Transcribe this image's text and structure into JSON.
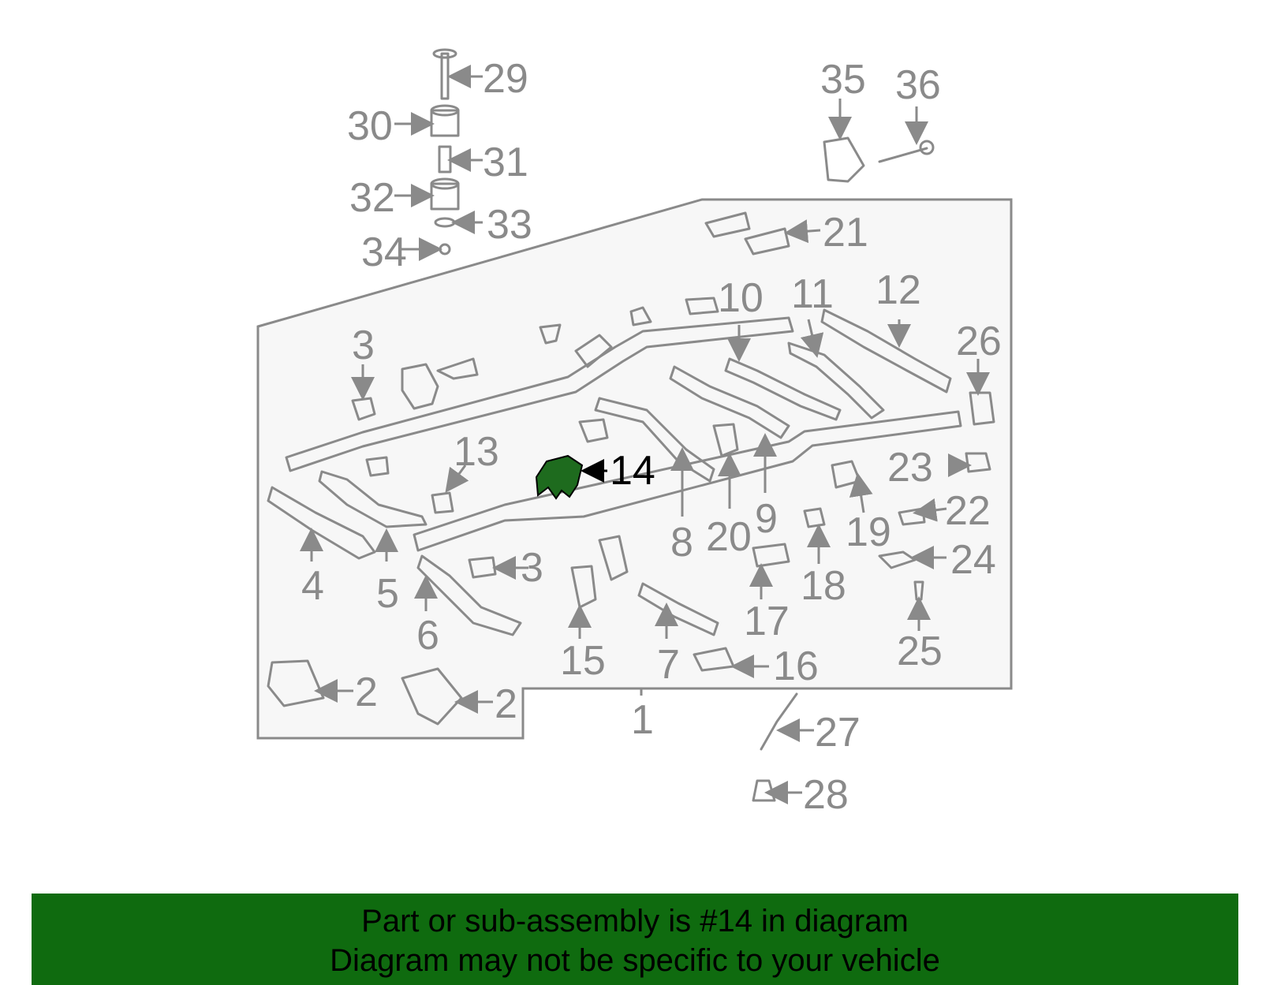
{
  "diagram": {
    "highlight_color": "#1e6b1e",
    "line_color": "#8a8a8a",
    "highlight_label": "14",
    "labels": [
      "1",
      "2",
      "2",
      "3",
      "3",
      "4",
      "5",
      "6",
      "7",
      "8",
      "9",
      "10",
      "11",
      "12",
      "13",
      "15",
      "16",
      "17",
      "18",
      "19",
      "20",
      "21",
      "22",
      "23",
      "24",
      "25",
      "26",
      "27",
      "28",
      "29",
      "30",
      "31",
      "32",
      "33",
      "34",
      "35",
      "36"
    ]
  },
  "banner": {
    "line1": "Part or sub-assembly is #14 in diagram",
    "line2": "Diagram may not be specific to your vehicle",
    "color": "#0f6b0f"
  }
}
